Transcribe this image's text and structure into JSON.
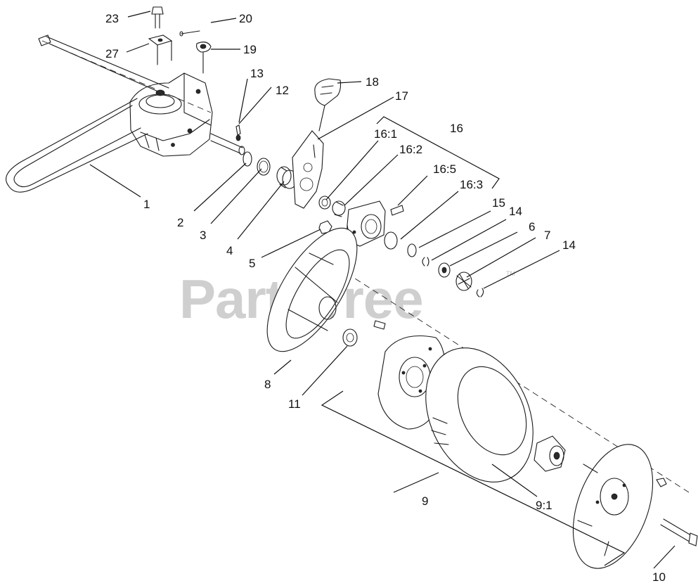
{
  "watermark": {
    "text": "PartsTree",
    "mark": "TM"
  },
  "callouts": {
    "c1": "1",
    "c2": "2",
    "c3": "3",
    "c4": "4",
    "c5": "5",
    "c6": "6",
    "c7": "7",
    "c8": "8",
    "c9": "9",
    "c9_1": "9:1",
    "c10": "10",
    "c11": "11",
    "c12": "12",
    "c13": "13",
    "c14a": "14",
    "c14b": "14",
    "c15": "15",
    "c16": "16",
    "c16_1": "16:1",
    "c16_2": "16:2",
    "c16_3": "16:3",
    "c16_5": "16:5",
    "c17": "17",
    "c18": "18",
    "c19": "19",
    "c20": "20",
    "c23": "23",
    "c27": "27"
  }
}
